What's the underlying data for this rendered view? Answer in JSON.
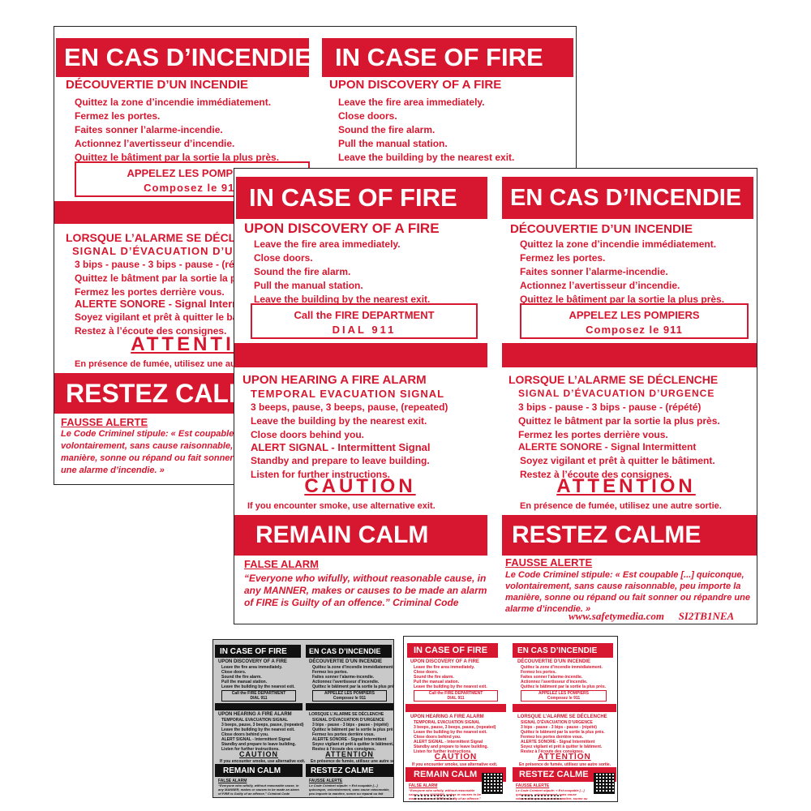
{
  "en": {
    "title": "IN CASE OF FIRE",
    "discovery_heading": "UPON DISCOVERY OF A FIRE",
    "discovery_steps": [
      "Leave the fire area immediately.",
      "Close doors.",
      "Sound the fire alarm.",
      "Pull the manual station.",
      "Leave the building by the nearest exit."
    ],
    "call_line1": "Call the FIRE DEPARTMENT",
    "call_line2": "DIAL 911",
    "alarm_heading": "UPON HEARING A FIRE ALARM",
    "evac_signal": "TEMPORAL EVACUATION SIGNAL",
    "evac_lines": [
      "3 beeps, pause, 3 beeps, pause, (repeated)",
      "Leave the building by the nearest exit.",
      "Close doors behind you."
    ],
    "alert_signal": "ALERT SIGNAL - Intermittent Signal",
    "alert_lines": [
      "Standby and prepare to leave building.",
      "Listen for further instructions."
    ],
    "caution": "CAUTION",
    "caution_text": "If you encounter smoke, use alternative exit.",
    "calm": "REMAIN CALM",
    "false_heading": "FALSE ALARM",
    "false_text": "“Everyone who wifully, without reasonable cause, in any MANNER, makes or causes to be made an alarm of FIRE is Guilty of an offence.” Criminal Code"
  },
  "fr": {
    "title": "EN CAS D’INCENDIE",
    "discovery_heading": "DÉCOUVERTIE D’UN INCENDIE",
    "discovery_steps": [
      "Quittez la zone d’incendie immédiatement.",
      "Fermez les portes.",
      "Faites sonner l’alarme-incendie.",
      "Actionnez l’avertisseur d’incendie.",
      "Quittez le bâtiment par la sortie la plus près."
    ],
    "call_line1": "APPELEZ LES POMPIERS",
    "call_line2": "Composez le 911",
    "alarm_heading": "LORSQUE L’ALARME SE DÉCLENCHE",
    "evac_signal": "SIGNAL D’ÉVACUATION D’URGENCE",
    "evac_lines": [
      "3 bips - pause - 3 bips - pause - (répété)",
      "Quittez le bâtment par la sortie la plus près.",
      "Fermez les portes derrière vous."
    ],
    "alert_signal": "ALERTE SONORE - Signal Intermittent",
    "alert_lines": [
      "Soyez vigilant et prêt à quitter le bâtiment.",
      "Restez à l’écoute des consignes."
    ],
    "caution": "ATTENTION",
    "caution_text": "En présence de fumée, utilisez une autre sortie.",
    "calm": "RESTEZ CALME",
    "false_heading": "FAUSSE ALERTE",
    "false_text": "Le Code Criminel stipule: « Est coupable [...] quiconque, volontairement, sans cause raisonnable, peu importe la manière, sonne ou répand ou fait sonner ou répandre une alarme d’incendie. »"
  },
  "footer": {
    "website": "www.safetymedia.com",
    "code": "SI2TB1NEA"
  },
  "colors": {
    "red": "#d7172f",
    "black": "#111111",
    "grey": "#c9c9c9"
  },
  "icons": [
    "qr-code-icon",
    "braille-icon"
  ]
}
